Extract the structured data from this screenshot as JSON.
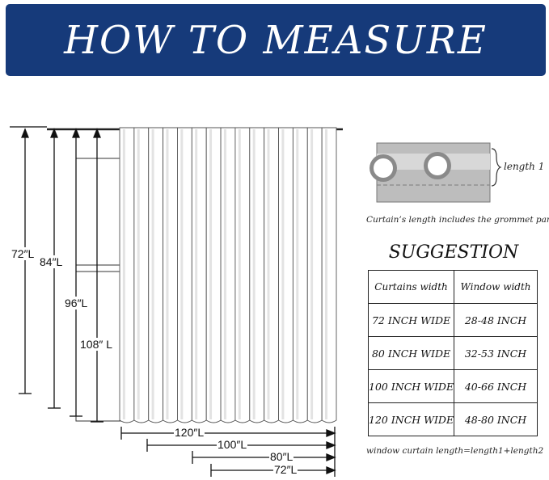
{
  "banner": {
    "title": "HOW TO MEASURE"
  },
  "height_labels": [
    "72″L",
    "84″L",
    "96″L",
    "108″ L"
  ],
  "width_labels": [
    "120″L",
    "100″L",
    "80″L",
    "72″L"
  ],
  "grommet": {
    "label": "length 1",
    "caption": "Curtain’s length includes the grommet part"
  },
  "suggestion": {
    "title": "SUGGESTION",
    "headers": [
      "Curtains width",
      "Window width"
    ],
    "rows": [
      [
        "72 INCH WIDE",
        "28-48 INCH"
      ],
      [
        "80 INCH WIDE",
        "32-53 INCH"
      ],
      [
        "100 INCH WIDE",
        "40-66 INCH"
      ],
      [
        "120 INCH WIDE",
        "48-80 INCH"
      ]
    ]
  },
  "formula": "window curtain length=length1+length2",
  "colors": {
    "banner": "#163a7a",
    "grommet_panel": "#bdbdbd"
  }
}
